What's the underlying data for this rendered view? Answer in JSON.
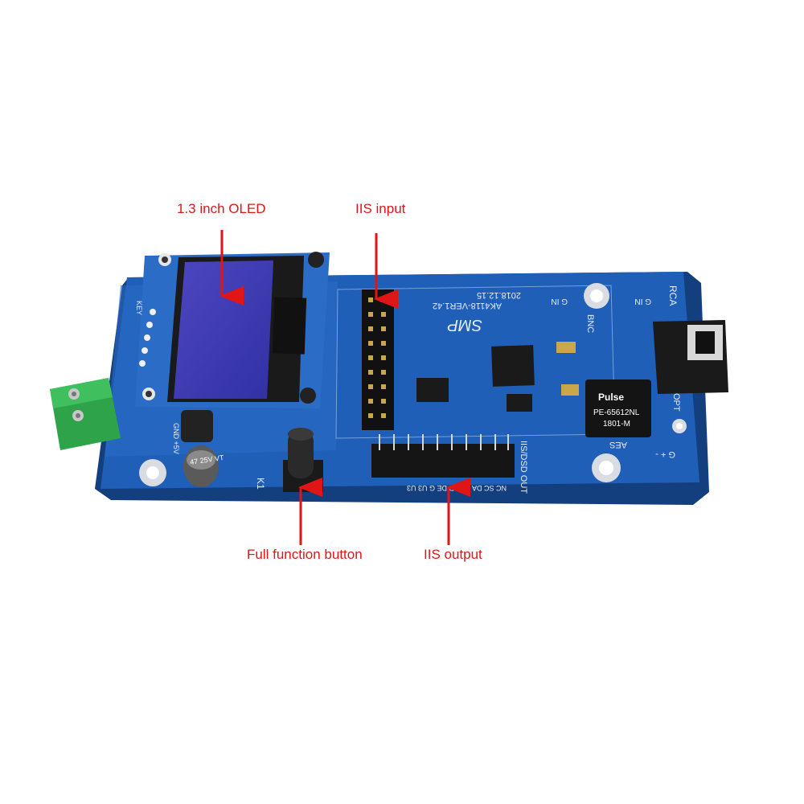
{
  "callouts": {
    "oled": "1.3 inch OLED",
    "iis_input": "IIS input",
    "button": "Full function button",
    "iis_output": "IIS output"
  },
  "board": {
    "date": "2018.12.15",
    "model": "AK4118-VER1.42",
    "brand": "SMP",
    "transformer_brand": "Pulse",
    "transformer_part": "PE-65612NL",
    "transformer_code": "1801-M",
    "rca": "RCA",
    "bnc": "BNC",
    "aes": "AES",
    "opt": "OPT",
    "g_in": "G IN",
    "aes_pins": "G + -",
    "output_header": "IIS/DSD OUT",
    "output_pins": "NC SC DA BC LR DE G U3 U3",
    "button_ref": "K1",
    "cap": "47 25V VT",
    "key": "KEY",
    "power": "GND +5V"
  },
  "colors": {
    "callout": "#e01616",
    "pcb": "#1f5fb8",
    "terminal": "#2fa34a"
  }
}
